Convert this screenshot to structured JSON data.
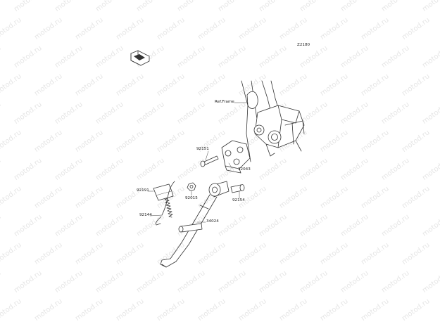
{
  "watermark": {
    "text": "motod.ru",
    "color": "#e6e6e6"
  },
  "diagram": {
    "code": "Z2180",
    "ref_label": "Ref.Frame",
    "parts": [
      {
        "key": "bolt-top",
        "number": "92151"
      },
      {
        "key": "bracket",
        "number": "32043"
      },
      {
        "key": "sleeve",
        "number": "92191"
      },
      {
        "key": "nut",
        "number": "92015"
      },
      {
        "key": "collar-bolt",
        "number": "92154"
      },
      {
        "key": "spring",
        "number": "92144"
      },
      {
        "key": "stand",
        "number": "34024"
      }
    ]
  },
  "icon": {
    "name": "front-arrow-icon"
  }
}
